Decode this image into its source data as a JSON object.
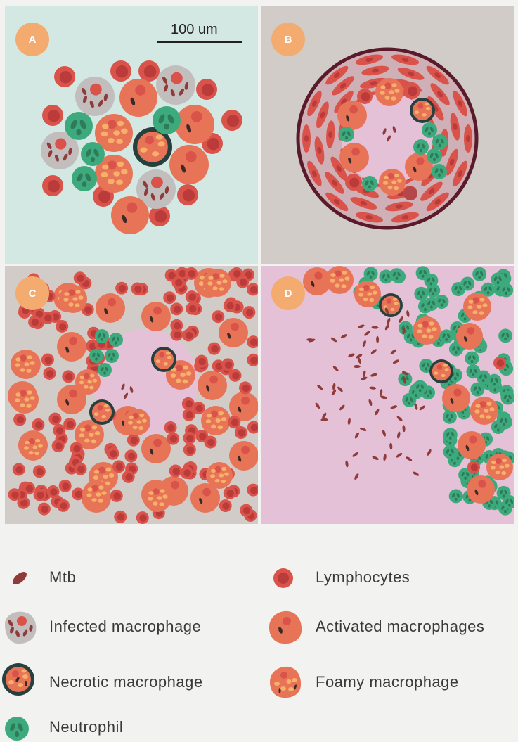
{
  "panels": {
    "a": {
      "label": "A",
      "background": "#d4e8e3",
      "scale_label": "100 um"
    },
    "b": {
      "label": "B",
      "background": "#d2ccc8"
    },
    "c": {
      "label": "C",
      "background": "#d2ccc8"
    },
    "d": {
      "label": "D",
      "background": "#e5c1d8"
    }
  },
  "colors": {
    "lymphocyte": "#d9534a",
    "lymphocyte_nucleus": "#bb3a3a",
    "activated": "#e87458",
    "foamy_dot": "#f6b06a",
    "infected": "#c2bebd",
    "necrotic": "#27403d",
    "neutrophil": "#3caa7c",
    "mtb": "#8e3b3a",
    "badge": "#f4ab6f",
    "rim": "#5a1a2a"
  },
  "legend": [
    {
      "icon": "mtb-icon",
      "label": "Mtb"
    },
    {
      "icon": "lymphocyte-icon",
      "label": "Lymphocytes"
    },
    {
      "icon": "infected-macrophage-icon",
      "label": "Infected macrophage"
    },
    {
      "icon": "activated-macrophage-icon",
      "label": "Activated macrophages"
    },
    {
      "icon": "necrotic-macrophage-icon",
      "label": "Necrotic macrophage"
    },
    {
      "icon": "foamy-macrophage-icon",
      "label": "Foamy macrophage"
    },
    {
      "icon": "neutrophil-icon",
      "label": "Neutrophil"
    }
  ]
}
